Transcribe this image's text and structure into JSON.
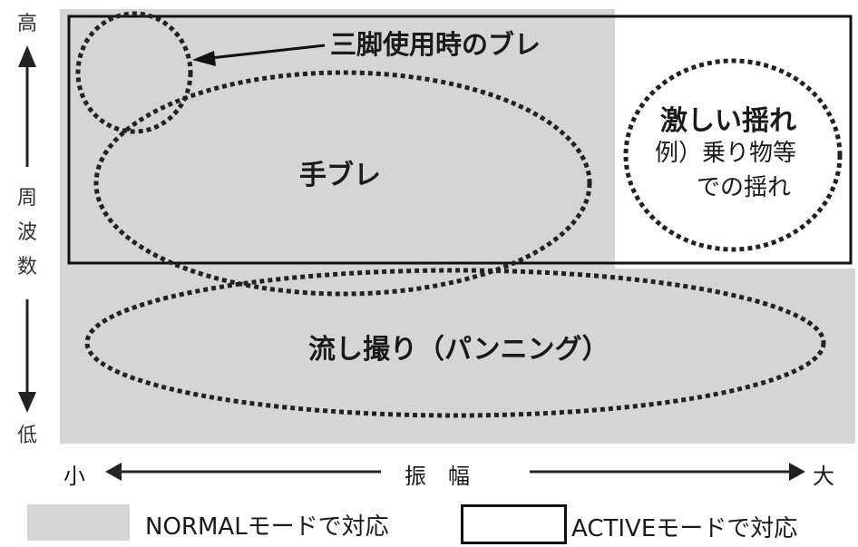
{
  "y_axis": {
    "top": "高",
    "label": [
      "周",
      "波",
      "数"
    ],
    "bottom": "低"
  },
  "x_axis": {
    "left": "小",
    "label": "振　幅",
    "right": "大"
  },
  "regions": {
    "tripod": "三脚使用時のブレ",
    "handshake": "手ブレ",
    "strong_title": "激しい揺れ",
    "strong_example": "例）乗り物等",
    "strong_example2": "での揺れ",
    "panning": "流し撮り（パンニング）"
  },
  "legend": {
    "normal": "NORMALモードで対応",
    "active": "ACTIVEモードで対応"
  },
  "colors": {
    "normal_fill": "#d5d5d5",
    "active_border": "#111111",
    "dots": "#222222"
  }
}
